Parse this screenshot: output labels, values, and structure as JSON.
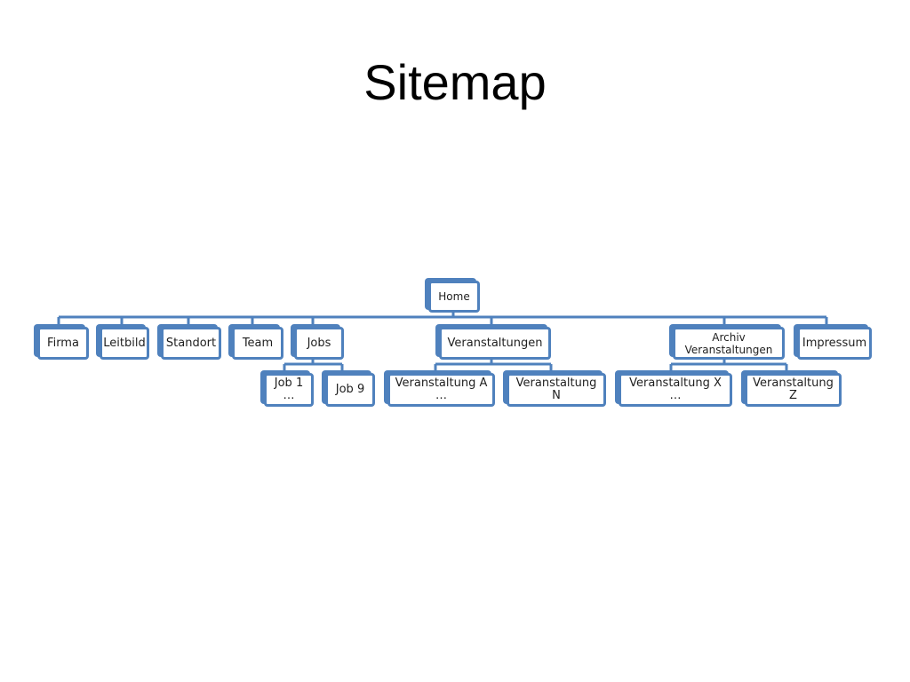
{
  "title": "Sitemap",
  "colors": {
    "node_border": "#4f81bd",
    "connector": "#4f81bd"
  },
  "nodes": {
    "home": "Home",
    "firma": "Firma",
    "leitbild": "Leitbild",
    "standort": "Standort",
    "team": "Team",
    "jobs": "Jobs",
    "job1": "Job 1 …",
    "job9": "Job 9",
    "veranstaltungen": "Veranstaltungen",
    "veranstaltung_a": "Veranstaltung A …",
    "veranstaltung_n": "Veranstaltung N",
    "archiv": "Archiv Veranstaltungen",
    "veranstaltung_x": "Veranstaltung X …",
    "veranstaltung_z": "Veranstaltung Z",
    "impressum": "Impressum"
  }
}
